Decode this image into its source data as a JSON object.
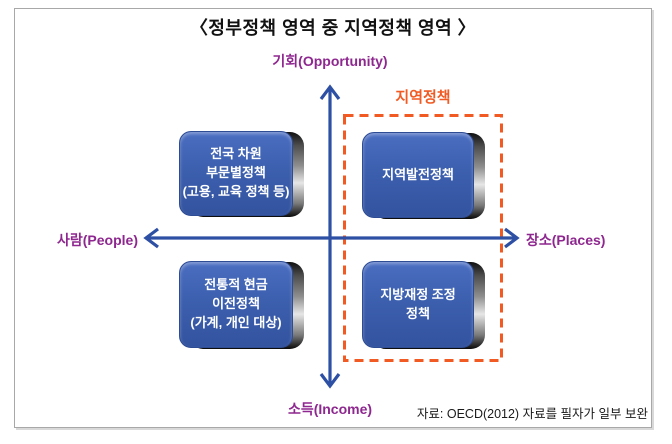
{
  "title": "〈정부정책 영역 중 지역정책 영역 〉",
  "axes": {
    "top_label": "기회(Opportunity)",
    "bottom_label": "소득(Income)",
    "left_label": "사람(People)",
    "right_label": "장소(Places)"
  },
  "region_overlay": {
    "label": "지역정책"
  },
  "boxes": {
    "top_left": {
      "line1": "전국 차원",
      "line2": "부문별정책",
      "line3": "(고용, 교육 정책 등)"
    },
    "top_right": {
      "line1": "지역발전정책"
    },
    "bottom_left": {
      "line1": "전통적 현금",
      "line2": "이전정책",
      "line3": "(가계, 개인 대상)"
    },
    "bottom_right": {
      "line1": "지방재정 조정",
      "line2": "정책"
    }
  },
  "source_note": "자료: OECD(2012) 자료를 필자가 일부 보완",
  "colors": {
    "axis_blue": "#2d4fa4",
    "label_purple": "#8e278f",
    "region_orange": "#f15a22",
    "box_blue": "#3c5fae"
  }
}
